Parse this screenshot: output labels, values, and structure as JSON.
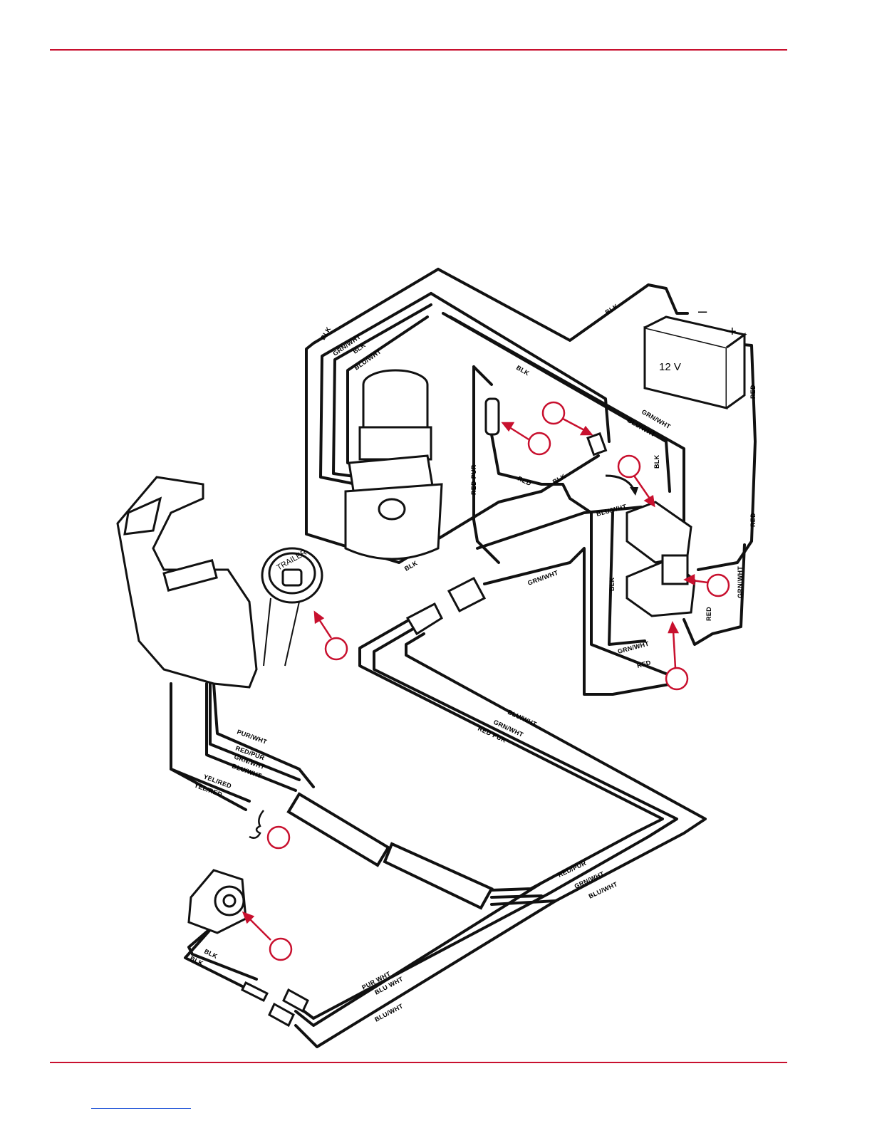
{
  "colors": {
    "rule": "#c8102e",
    "callout": "#c8102e",
    "wire": "#111111",
    "link": "#1a4fd6"
  },
  "battery": {
    "voltage": "12 V",
    "neg": "–",
    "pos": "+"
  },
  "switch_label": "TRAILER",
  "wire_labels": {
    "blk_top": "BLK",
    "blk_left": "BLK",
    "grn_wht_left": "GRN/WHT",
    "blk_left2": "BLK",
    "blu_wht_left": "BLU/WHT",
    "blk_mid": "BLK",
    "grn_wht_mid": "GRN/WHT",
    "blu_wht_mid": "BLU/WHT",
    "red_batt": "RED",
    "red_batt2": "RED",
    "red_pur_v": "RED PUR",
    "red_h": "RED",
    "blk_h": "BLK",
    "blk_sol_top": "BLK",
    "blu_wht_sol": "BLU/WHT",
    "blk_bottom_pump": "BLK",
    "grn_wht_conn": "GRN/WHT",
    "blk_sol_left": "BLK",
    "grn_wht_sol_right": "GRN/WHT",
    "red_sol": "RED",
    "grn_wht_sol_bot": "GRN/WHT",
    "red_sol_bot": "RED",
    "harness_blu_wht": "BLU/WHT",
    "harness_grn_wht": "GRN/WHT",
    "harness_red_pur": "RED PUR",
    "ctl_pur_wht": "PUR/WHT",
    "ctl_red_pur": "RED/PUR",
    "ctl_grn_wht": "GRN/WHT",
    "ctl_blu_wht": "BLU/WHT",
    "ctl_yel_red1": "YEL/RED",
    "ctl_yel_red2": "YEL/RED",
    "low_red_pur": "RED/PUR",
    "low_grn_wht": "GRN/WHT",
    "low_blu_wht": "BLU/WHT",
    "sw_blk1": "BLK",
    "sw_blk2": "BLK",
    "sw_pur_wht": "PUR WHT",
    "sw_blu_wht": "BLU WHT",
    "sw_blu_wht2": "BLU/WHT"
  },
  "callouts": [
    "",
    "",
    "",
    "",
    "",
    "",
    "",
    ""
  ]
}
